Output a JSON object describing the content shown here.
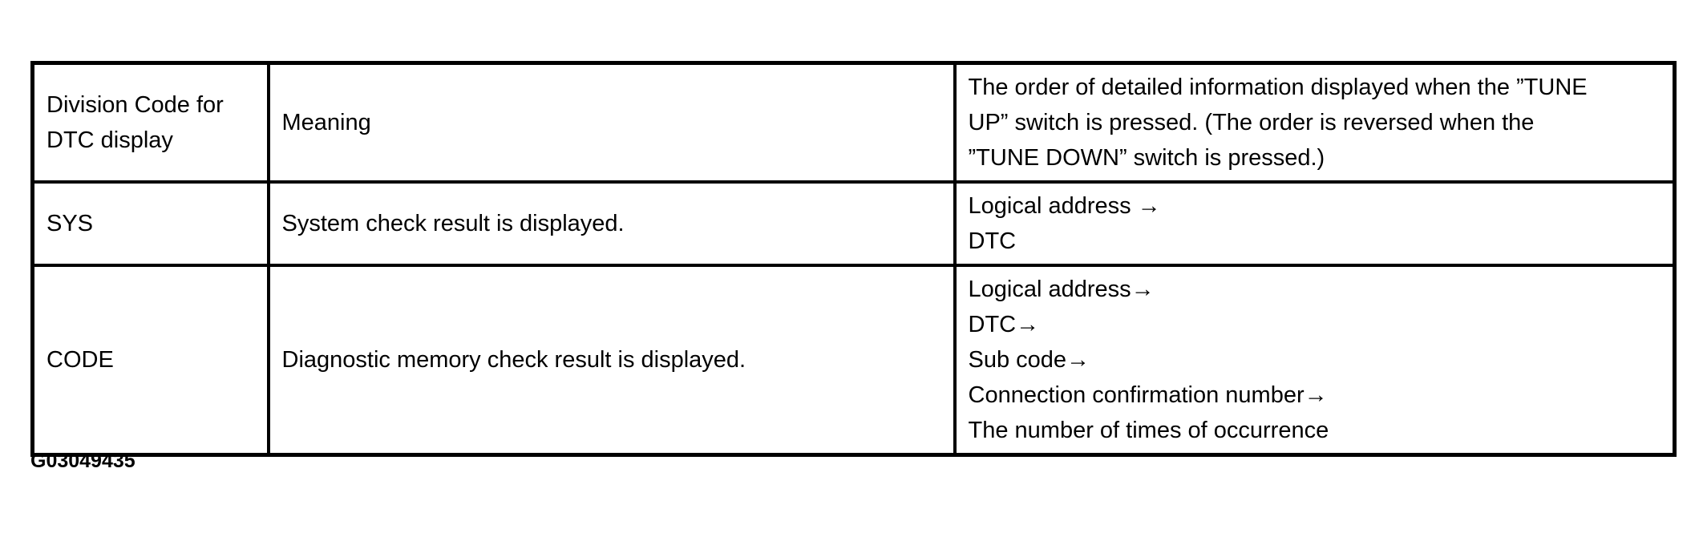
{
  "figure_id": "G03049435",
  "table": {
    "header": {
      "division_code": "Division Code for DTC display",
      "meaning": "Meaning",
      "order_info": [
        "The order of detailed information displayed when the ”TUNE",
        "UP” switch is pressed. (The order is reversed when the",
        "”TUNE DOWN” switch is pressed.)"
      ]
    },
    "rows": [
      {
        "code": "SYS",
        "meaning": "System check result is displayed.",
        "order": [
          "Logical address →",
          "DTC"
        ]
      },
      {
        "code": "CODE",
        "meaning": "Diagnostic memory check result is displayed.",
        "order": [
          "Logical address→",
          "DTC→",
          "Sub code→",
          "Connection confirmation number→",
          "The number of times of occurrence"
        ]
      }
    ]
  }
}
